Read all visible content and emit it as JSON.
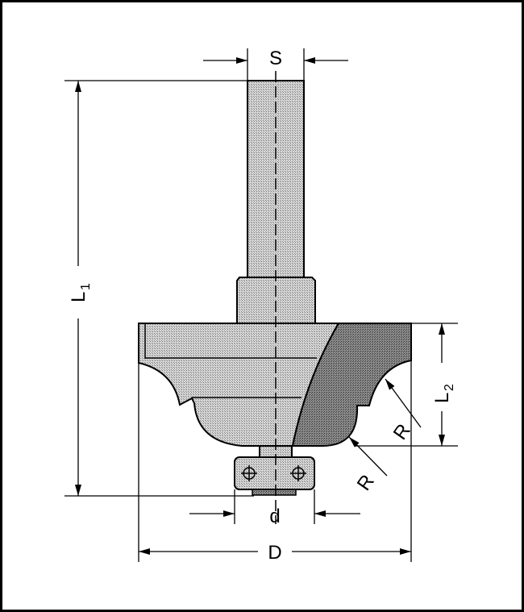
{
  "title": "Router bit dimension drawing",
  "labels": {
    "shank": "S",
    "total_length": "L",
    "total_length_sub": "1",
    "cut_length": "L",
    "cut_length_sub": "2",
    "radius_upper": "R",
    "radius_lower": "R",
    "bearing_diameter": "d",
    "cut_diameter": "D"
  },
  "colors": {
    "light_fill": "#bdbdbd",
    "dark_fill": "#7a7a7a",
    "line": "#000000"
  }
}
